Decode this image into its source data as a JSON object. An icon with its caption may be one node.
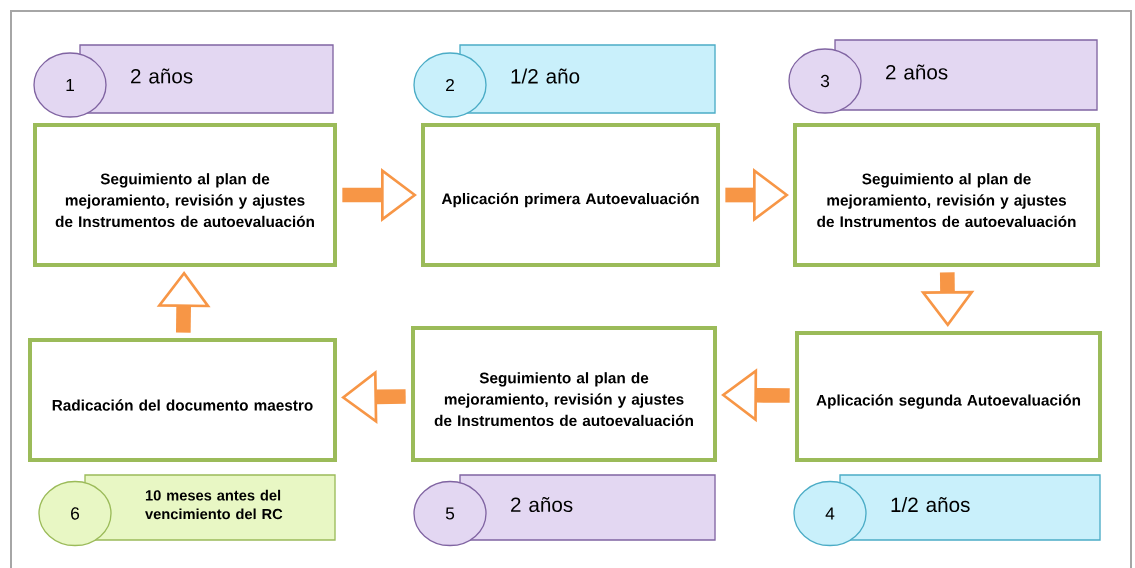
{
  "diagram": {
    "nodes": [
      {
        "text": [
          "1",
          "2 años"
        ]
      },
      {
        "text": [
          "2",
          "1/2 año"
        ]
      },
      {
        "text": [
          "3",
          "2 años"
        ]
      },
      {
        "text": [
          "Seguimiento al plan de mejoramiento, revisión y ajustes de Instrumentos de autoevaluación"
        ]
      },
      {
        "text": [
          "Aplicación primera Autoevaluación"
        ]
      },
      {
        "text": [
          "Seguimiento al plan de mejoramiento, revisión y ajustes de Instrumentos de autoevaluación"
        ]
      },
      {
        "text": [
          "Radicación del documento maestro"
        ]
      },
      {
        "text": [
          "Seguimiento al plan de mejoramiento, revisión y ajustes de Instrumentos de autoevaluación"
        ]
      },
      {
        "text": [
          "Aplicación segunda Autoevaluación"
        ]
      },
      {
        "text": [
          "6",
          "10 meses antes del vencimiento del RC"
        ]
      },
      {
        "text": [
          "5",
          "2 años"
        ]
      },
      {
        "text": [
          "4",
          "1/2 años"
        ]
      }
    ],
    "edges": [
      {
        "from": 3,
        "to": 4,
        "arrow": "to"
      },
      {
        "from": 4,
        "to": 5,
        "arrow": "to"
      },
      {
        "from": 5,
        "to": 8,
        "arrow": "to"
      },
      {
        "from": 8,
        "to": 7,
        "arrow": "to"
      },
      {
        "from": 7,
        "to": 6,
        "arrow": "to"
      },
      {
        "from": 6,
        "to": 3,
        "arrow": "to"
      }
    ]
  }
}
